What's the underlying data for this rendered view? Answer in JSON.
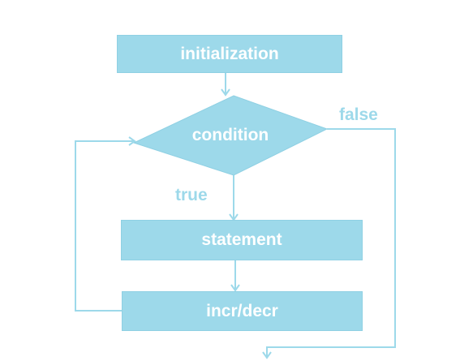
{
  "diagram": {
    "nodes": {
      "initialization": "initialization",
      "condition": "condition",
      "statement": "statement",
      "incr_decr": "incr/decr"
    },
    "edge_labels": {
      "true_label": "true",
      "false_label": "false"
    },
    "colors": {
      "node_fill": "#9dd9ea",
      "line": "#9dd9ea",
      "node_text": "#ffffff"
    }
  }
}
